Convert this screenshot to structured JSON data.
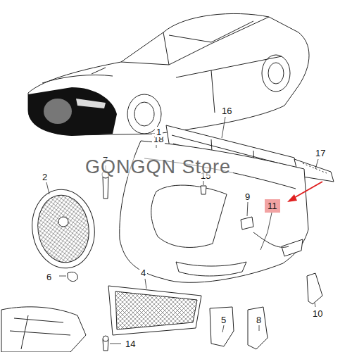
{
  "diagram": {
    "nodes": [
      {
        "text": [
          "11"
        ]
      }
    ],
    "labels": [
      "18",
      "16",
      "17",
      "1",
      "2",
      "7",
      "15",
      "9",
      "6",
      "4",
      "10",
      "5",
      "8",
      "14",
      "GQNGQN Store"
    ]
  }
}
